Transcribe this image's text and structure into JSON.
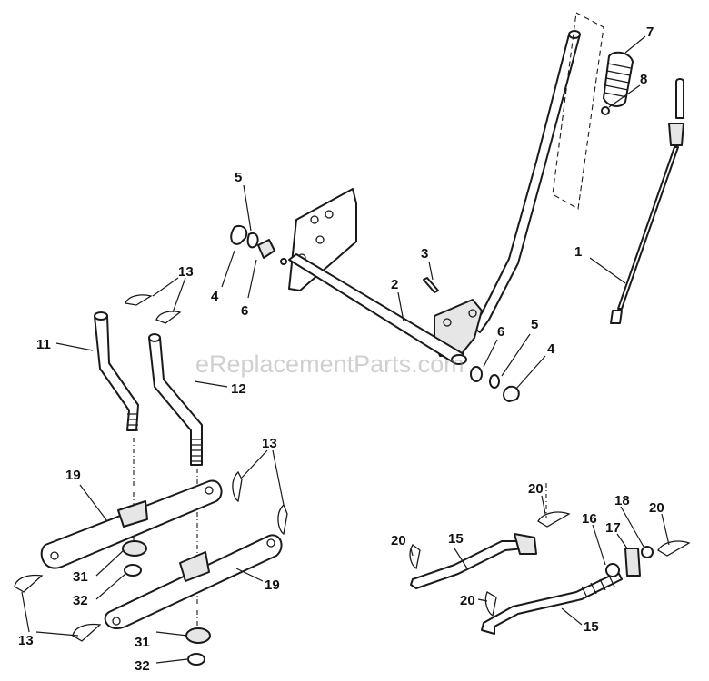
{
  "watermark": "eReplacementParts.com",
  "callouts": {
    "c1": "1",
    "c2": "2",
    "c3": "3",
    "c4a": "4",
    "c4b": "4",
    "c5a": "5",
    "c5b": "5",
    "c6a": "6",
    "c6b": "6",
    "c7": "7",
    "c8": "8",
    "c11": "11",
    "c12": "12",
    "c13a": "13",
    "c13b": "13",
    "c13c": "13",
    "c15a": "15",
    "c15b": "15",
    "c16": "16",
    "c17": "17",
    "c18": "18",
    "c19a": "19",
    "c19b": "19",
    "c20a": "20",
    "c20b": "20",
    "c20c": "20",
    "c20d": "20",
    "c31a": "31",
    "c31b": "31",
    "c32a": "32",
    "c32b": "32"
  }
}
